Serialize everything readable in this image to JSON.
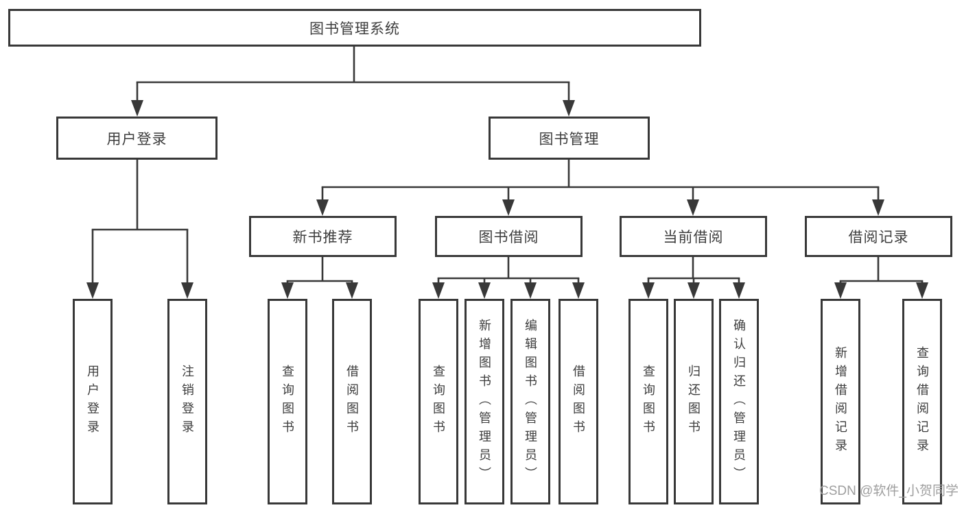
{
  "nodes": {
    "root": "图书管理系统",
    "l2": [
      "用户登录",
      "图书管理"
    ],
    "l3": [
      "新书推荐",
      "图书借阅",
      "当前借阅",
      "借阅记录"
    ],
    "leaf": [
      "用户登录",
      "注销登录",
      "查询图书",
      "借阅图书",
      "查询图书",
      "新增图书（管理员）",
      "编辑图书（管理员）",
      "借阅图书",
      "查询图书",
      "归还图书",
      "确认归还（管理员）",
      "新增借阅记录",
      "查询借阅记录"
    ]
  },
  "watermark": "CSDN @软件_小贺同学",
  "colors": {
    "line": "#383838",
    "text": "#3d3d3d",
    "watermark": "#9e9e9e",
    "background": "#ffffff",
    "box_bg": "#ffffff"
  }
}
